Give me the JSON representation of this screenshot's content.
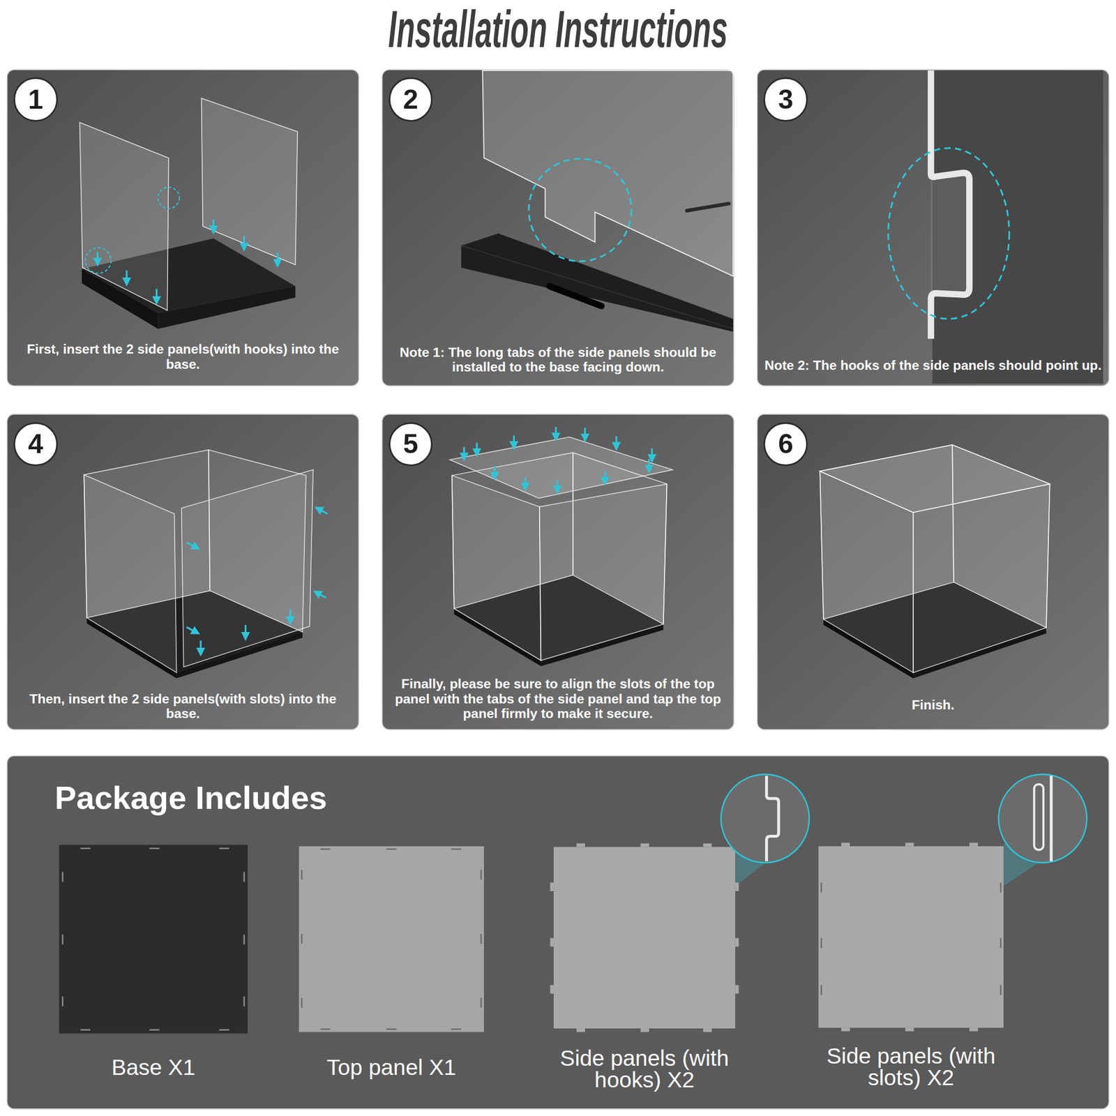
{
  "diagram": {
    "title": "Installation Instructions",
    "nodes": [
      {
        "text": [
          "1",
          "First, insert the 2 side panels(with hooks) into the base."
        ]
      },
      {
        "text": [
          "2",
          "Note 1: The long tabs of the side panels should be installed to the base facing down."
        ]
      },
      {
        "text": [
          "3",
          "Note 2: The hooks of the side panels should point up."
        ]
      },
      {
        "text": [
          "4",
          "Then, insert the 2 side panels(with slots) into the base."
        ]
      },
      {
        "text": [
          "5",
          "Finally, please be sure to align the slots of the top panel with the tabs of the side panel and tap the top panel firmly to make it secure."
        ]
      },
      {
        "text": [
          "6",
          "Finish."
        ]
      },
      {
        "text": [
          "Package Includes"
        ]
      },
      {
        "text": [
          "Base X1"
        ],
        "in": 6
      },
      {
        "text": [
          "Top panel X1"
        ],
        "in": 6
      },
      {
        "text": [
          "Side panels (with hooks) X2"
        ],
        "in": 6
      },
      {
        "text": [
          "Side panels (with slots) X2"
        ],
        "in": 6
      }
    ],
    "edges": []
  }
}
